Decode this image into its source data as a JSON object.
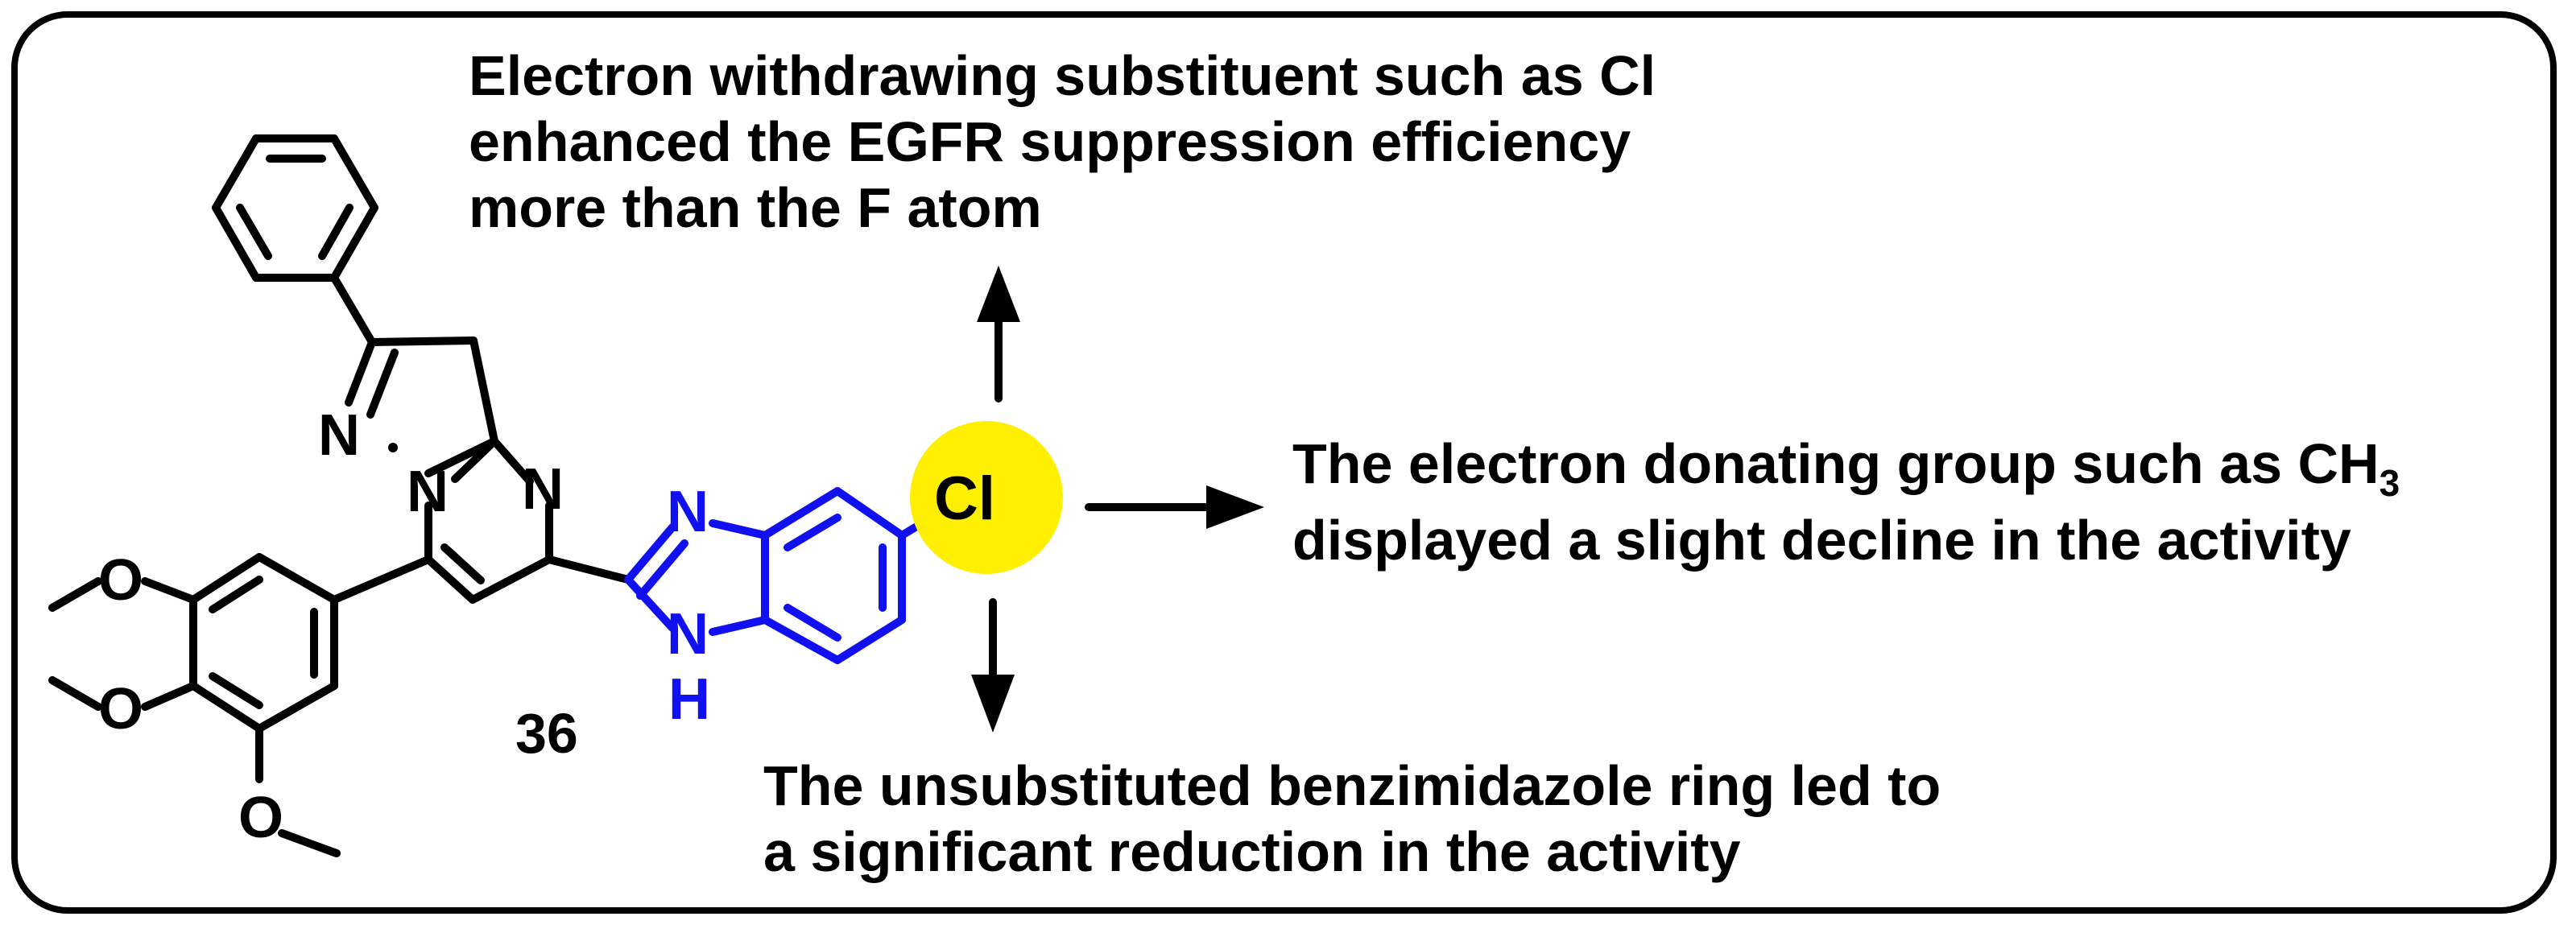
{
  "compound_number": "36",
  "atoms": {
    "n_pyrazoline": "N",
    "n_bridge": "N",
    "n_pyrimidine": "N",
    "n_imidazole_top": "N",
    "nh_imidazole_n": "N",
    "nh_imidazole_h": "H",
    "o_top": "O",
    "o_middle": "O",
    "o_bottom": "O",
    "chlorine": "Cl"
  },
  "annotations": {
    "top": [
      "Electron withdrawing substituent such as Cl",
      "enhanced the EGFR suppression efficiency",
      "more than the F atom"
    ],
    "right_line1_prefix": "The electron donating group such as CH",
    "right_line1_subscript": "3",
    "right_line2": "displayed a slight decline in the activity",
    "bottom": [
      "The unsubstituted benzimidazole ring led to",
      "a significant reduction in the activity"
    ]
  },
  "colors": {
    "scaffold": "#000000",
    "benzimidazole": "#1010f0",
    "chlorine_highlight": "#ffef00",
    "frame": "#000000"
  }
}
